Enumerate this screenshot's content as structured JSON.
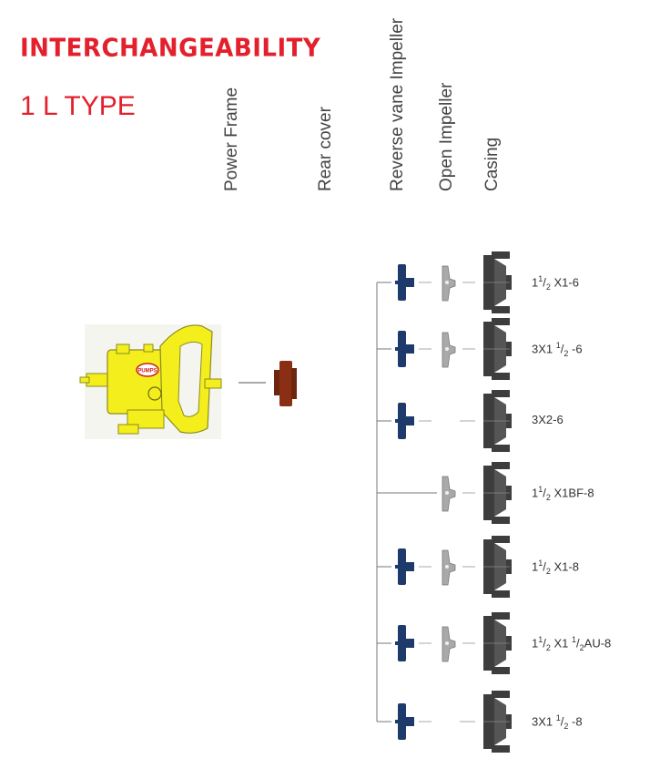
{
  "title": "INTERCHANGEABILITY",
  "subtitle": "1 L TYPE",
  "columns": {
    "power_frame": "Power Frame",
    "rear_cover": "Rear cover",
    "reverse_vane_impeller": "Reverse vane Impeller",
    "open_impeller": "Open Impeller",
    "casing": "Casing"
  },
  "logo_text": "PUMPS",
  "colors": {
    "accent": "#e3202c",
    "frame": "#f4ef1c",
    "rear_cover": "#8a2e14",
    "reverse_impeller": "#1d3a6b",
    "open_impeller": "#a9a9a9",
    "casing": "#3d3d3d"
  },
  "rows": [
    {
      "whole": "1",
      "num": "1",
      "den": "2",
      "rest": " X1-6",
      "reverse": true,
      "open": true
    },
    {
      "whole": "3X1 ",
      "num": "1",
      "den": "2",
      "rest": " -6",
      "reverse": true,
      "open": true
    },
    {
      "whole": "3X2-6",
      "num": "",
      "den": "",
      "rest": "",
      "reverse": true,
      "open": false
    },
    {
      "whole": "1",
      "num": "1",
      "den": "2",
      "rest": " X1BF-8",
      "reverse": false,
      "open": true
    },
    {
      "whole": "1",
      "num": "1",
      "den": "2",
      "rest": " X1-8",
      "reverse": true,
      "open": true
    },
    {
      "whole": "1",
      "num": "1",
      "den": "2",
      "rest": " X1 ",
      "num2": "1",
      "den2": "2",
      "rest2": "AU-8",
      "reverse": true,
      "open": true
    },
    {
      "whole": "3X1 ",
      "num": "1",
      "den": "2",
      "rest": " -8",
      "reverse": true,
      "open": false
    }
  ]
}
